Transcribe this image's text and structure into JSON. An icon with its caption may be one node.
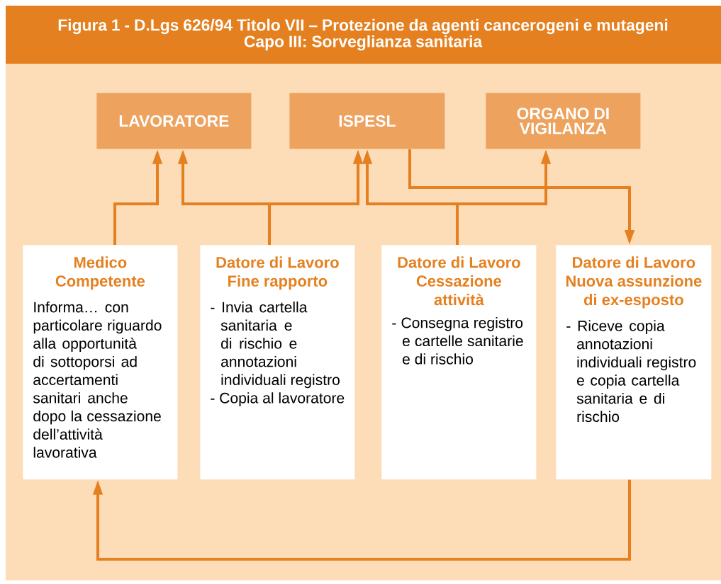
{
  "diagram": {
    "title": "Figura 1 - D.Lgs 626/94 Titolo VII – Protezione da agenti cancerogeni e mutageni",
    "nodes": [
      {
        "text": [
          "LAVORATORE"
        ]
      },
      {
        "text": [
          "ISPESL"
        ]
      },
      {
        "text": [
          "ORGANO DI VIGILANZA"
        ]
      },
      {
        "text": [
          "Medico Competente",
          "Informa… con particolare riguardo alla opportunità di sottoporsi ad accertamenti sanitari anche dopo la cessazione dell’attività lavorativa"
        ]
      },
      {
        "text": [
          "Datore di Lavoro",
          "Fine rapporto",
          "- Invia cartella sanitaria e di rischio e annotazioni individuali registro",
          "- Copia al lavoratore"
        ]
      },
      {
        "text": [
          "Datore di Lavoro",
          "Cessazione attività",
          "- Consegna registro e cartelle sanitarie e di rischio"
        ]
      },
      {
        "text": [
          "Datore di Lavoro",
          "Nuova assunzione di ex-esposto",
          "- Riceve copia annotazioni individuali registro e copia cartella sanitaria e di rischio"
        ]
      }
    ],
    "edges": [
      {
        "from": 3,
        "to": 0,
        "arrow": "to"
      },
      {
        "from": 4,
        "to": 0,
        "arrow": "to"
      },
      {
        "from": 4,
        "to": 1,
        "arrow": "to"
      },
      {
        "from": 5,
        "to": 1,
        "arrow": "to"
      },
      {
        "from": 5,
        "to": 2,
        "arrow": "to"
      },
      {
        "from": 1,
        "to": 6,
        "arrow": "to"
      },
      {
        "from": 6,
        "to": 3,
        "arrow": "to"
      }
    ],
    "labels": [
      "Capo III: Sorveglianza sanitaria"
    ]
  }
}
